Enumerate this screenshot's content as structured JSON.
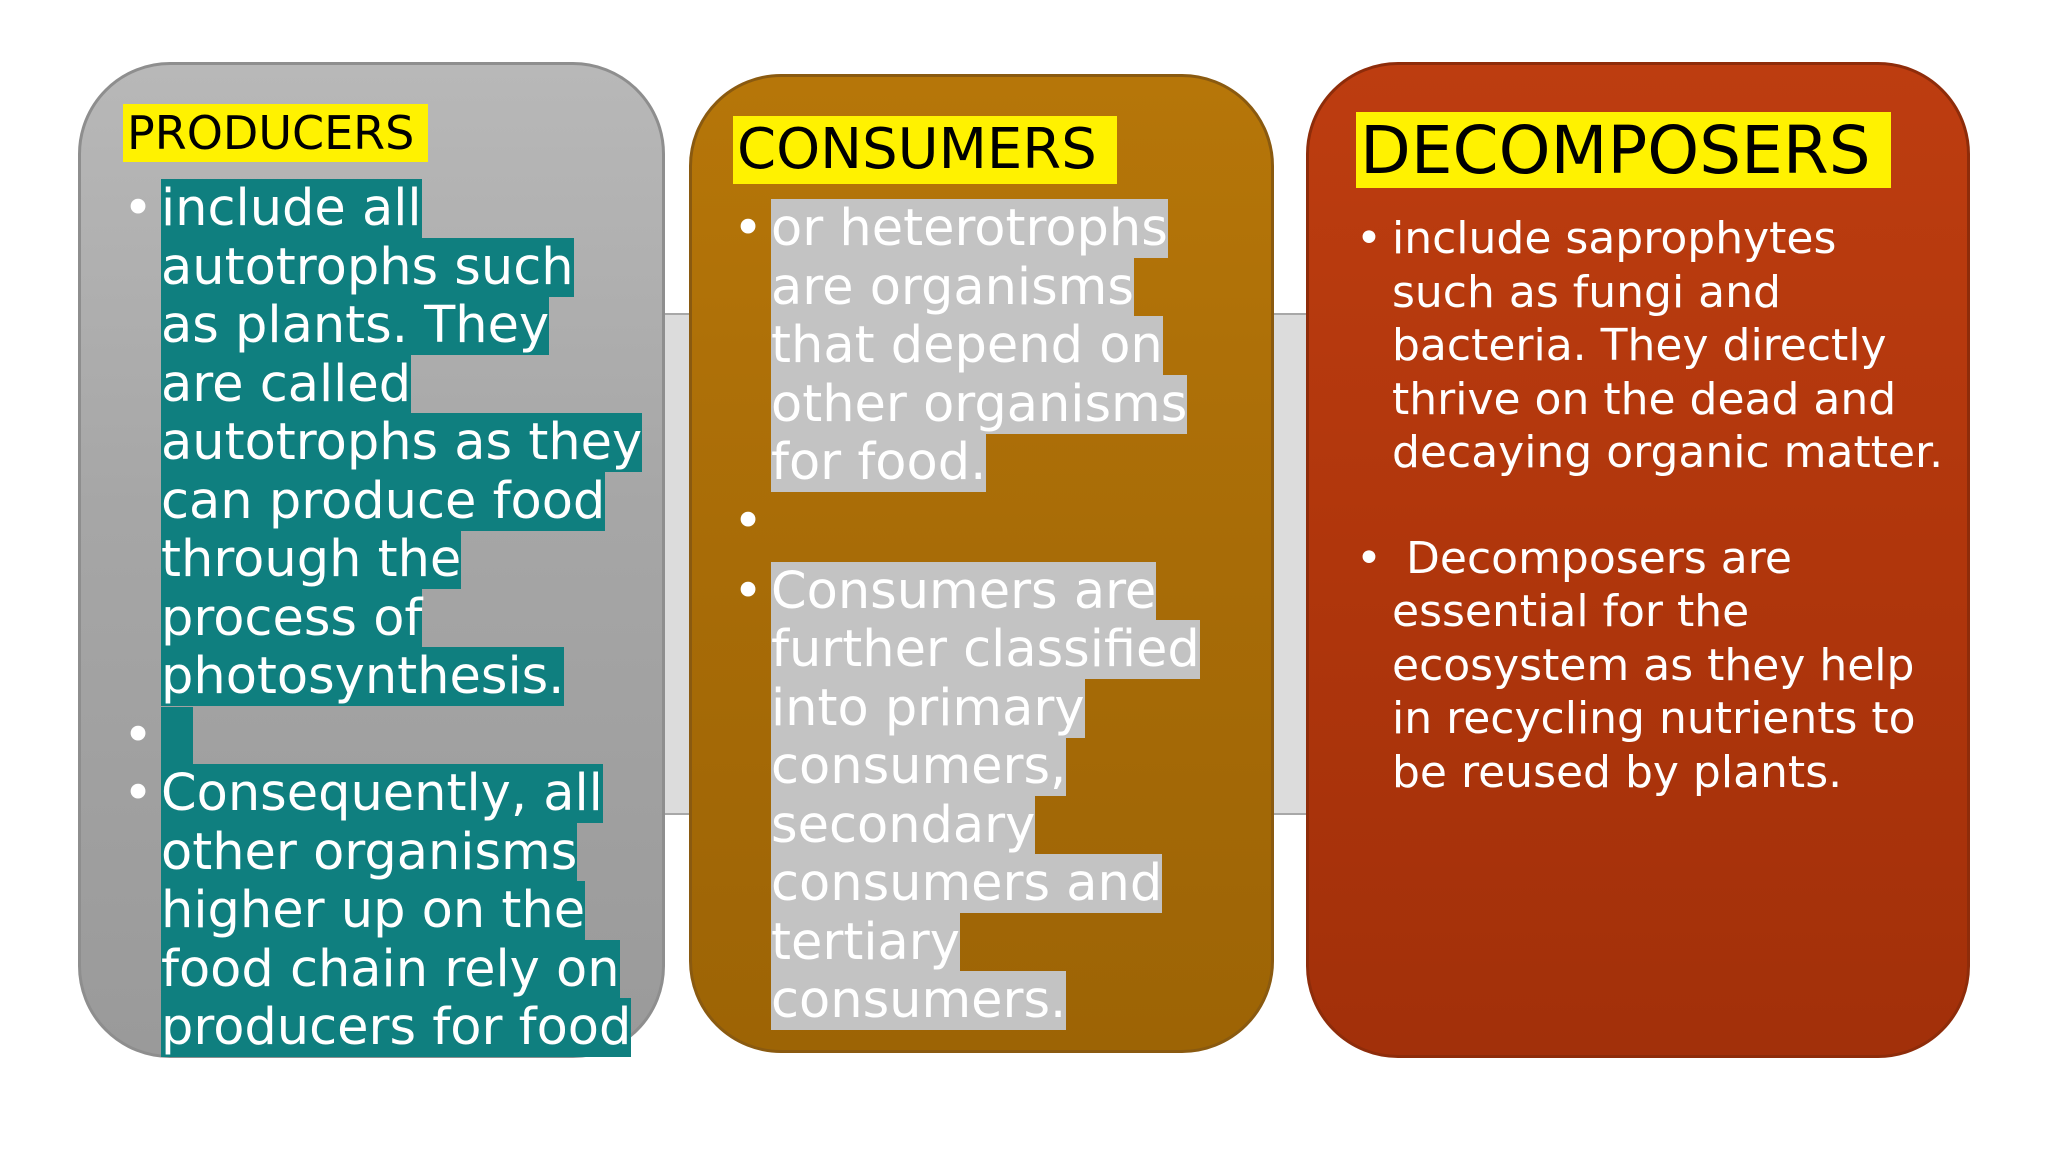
{
  "cards": {
    "producers": {
      "title": "PRODUCERS",
      "items": [
        "include all autotrophs such as plants. They are called autotrophs as they can produce food through the process of photosynthesis.",
        "",
        "Consequently, all other organisms higher up on the food chain rely on producers for food"
      ],
      "highlight_color": "#0f7f7f",
      "card_color": "#a6a6a6"
    },
    "consumers": {
      "title": "CONSUMERS",
      "items": [
        "or heterotrophs are organisms that depend on other organisms for food.",
        "",
        "Consumers are further classified into primary consumers, secondary consumers and tertiary consumers."
      ],
      "highlight_color": "#c3c3c3",
      "card_color": "#a86c07"
    },
    "decomposers": {
      "title": "DECOMPOSERS",
      "items": [
        "include saprophytes such as fungi and bacteria. They directly thrive on the dead and decaying organic matter.",
        " Decomposers are essential for the ecosystem as they help in recycling nutrients to be reused by plants."
      ],
      "card_color": "#b0360c"
    }
  },
  "bullet": "•",
  "title_highlight_color": "#fff200"
}
